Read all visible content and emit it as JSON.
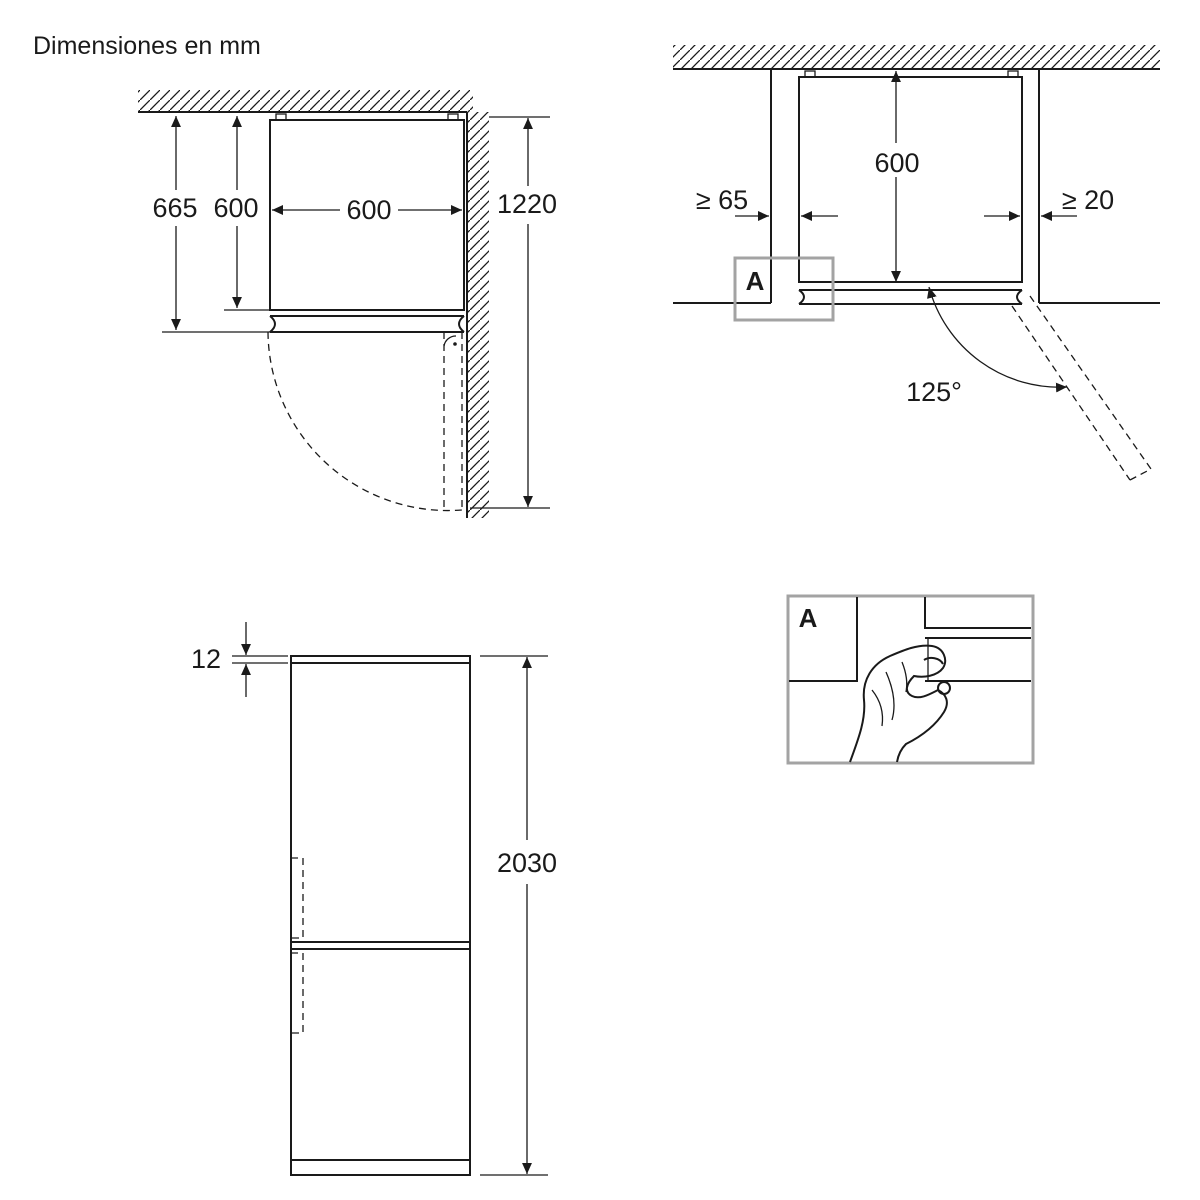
{
  "title": "Dimensiones en mm",
  "top_view": {
    "depth_total": "665",
    "depth_body": "600",
    "width": "600",
    "clearance_door": "1220"
  },
  "plan_view": {
    "depth": "600",
    "gap_left": "≥ 65",
    "gap_right": "≥ 20",
    "detail_label": "A",
    "door_angle": "125°"
  },
  "front_view": {
    "top_gap": "12",
    "height": "2030"
  },
  "detail_view": {
    "label": "A"
  }
}
